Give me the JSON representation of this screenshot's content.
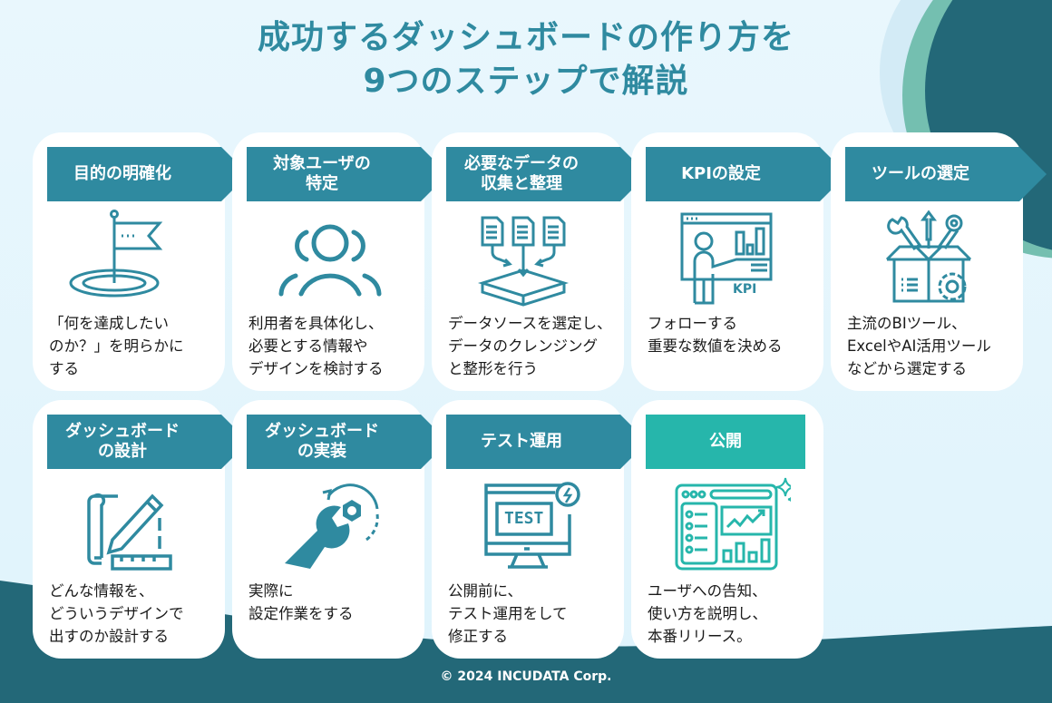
{
  "title": {
    "line1": "成功するダッシュボードの作り方を",
    "line2": "9つのステップで解説"
  },
  "colors": {
    "primary": "#2f8aa0",
    "final": "#26b6ab",
    "dark": "#236878",
    "mint": "#74bfb0",
    "background": "#dff3fc"
  },
  "steps": [
    {
      "title": "目的の明確化",
      "icon": "goal-flag-icon",
      "description": "「何を達成したい\nのか？」を明らかに\nする"
    },
    {
      "title": "対象ユーザの\n特定",
      "icon": "users-group-icon",
      "description": "利用者を具体化し、\n必要とする情報や\nデザインを検討する"
    },
    {
      "title": "必要なデータの\n収集と整理",
      "icon": "data-collection-icon",
      "description": "データソースを選定し、\nデータのクレンジング\nと整形を行う"
    },
    {
      "title": "KPIの設定",
      "icon": "kpi-board-icon",
      "icon_label": "KPI",
      "description": "フォローする\n重要な数値を決める"
    },
    {
      "title": "ツールの選定",
      "icon": "toolbox-icon",
      "description": "主流のBIツール、\nExcelやAI活用ツール\nなどから選定する"
    },
    {
      "title": "ダッシュボード\nの設計",
      "icon": "blueprint-pencil-icon",
      "description": "どんな情報を、\nどういうデザインで\n出すのか設計する"
    },
    {
      "title": "ダッシュボード\nの実装",
      "icon": "wrench-nut-icon",
      "description": "実際に\n設定作業をする"
    },
    {
      "title": "テスト運用",
      "icon": "test-monitor-icon",
      "icon_label": "TEST",
      "description": "公開前に、\nテスト運用をして\n修正する"
    },
    {
      "title": "公開",
      "icon": "dashboard-launch-icon",
      "description": "ユーザへの告知、\n使い方を説明し、\n本番リリース。"
    }
  ],
  "footer": "© 2024 INCUDATA Corp."
}
